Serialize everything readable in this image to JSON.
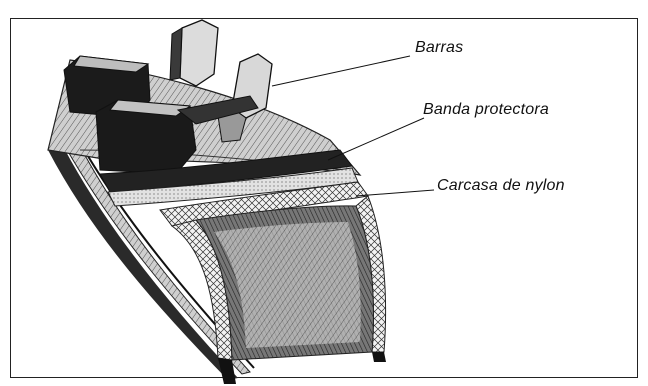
{
  "labels": {
    "barras": "Barras",
    "banda": "Banda protectora",
    "carcasa": "Carcasa de nylon"
  }
}
